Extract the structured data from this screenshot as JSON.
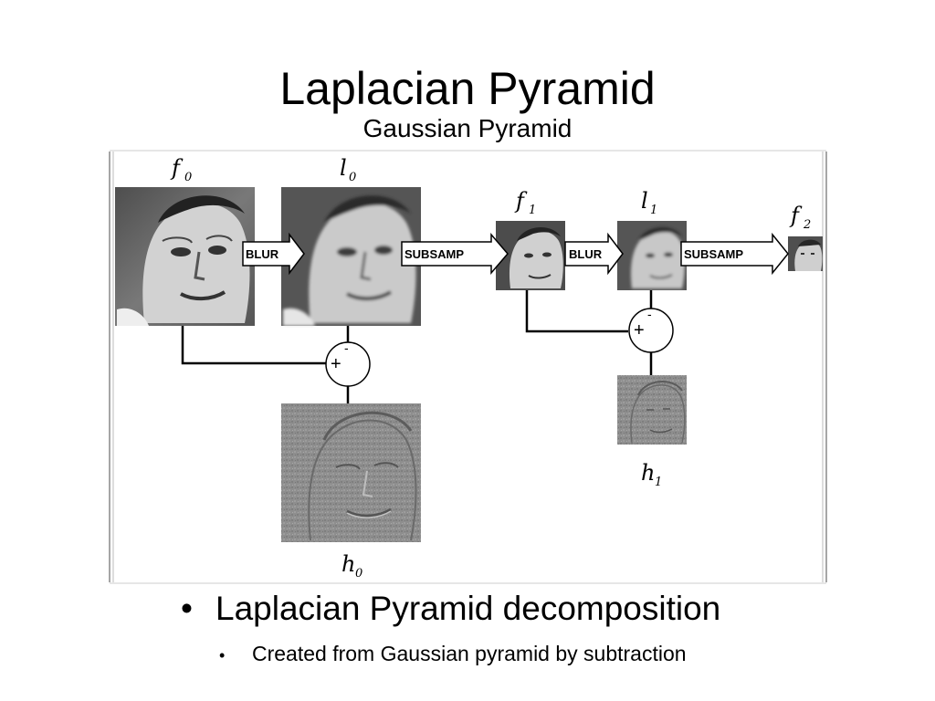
{
  "slide": {
    "title": "Laplacian Pyramid",
    "subtitle": "Gaussian Pyramid"
  },
  "figure": {
    "node_labels": {
      "f0": "f",
      "f0_sub": "0",
      "l0": "l",
      "l0_sub": "0",
      "f1": "f",
      "f1_sub": "1",
      "l1": "l",
      "l1_sub": "1",
      "f2": "f",
      "f2_sub": "2",
      "h0": "h",
      "h0_sub": "0",
      "h1": "h",
      "h1_sub": "1"
    },
    "operations": {
      "blur_1": "BLUR",
      "subsamp_1": "SUBSAMP",
      "blur_2": "BLUR",
      "subsamp_2": "SUBSAMP"
    },
    "combiner_symbols": {
      "minus": "-",
      "plus": "+"
    },
    "colors": {
      "line": "#000000",
      "arrow_fill": "#ffffff",
      "photo_dark": "#3a3a3a",
      "photo_light": "#d8d8d8",
      "residual_gray": "#8e8e8e"
    }
  },
  "bullets": {
    "main": "Laplacian Pyramid decomposition",
    "sub": "Created from Gaussian pyramid by subtraction",
    "main_marker": "•",
    "sub_marker": "•"
  }
}
